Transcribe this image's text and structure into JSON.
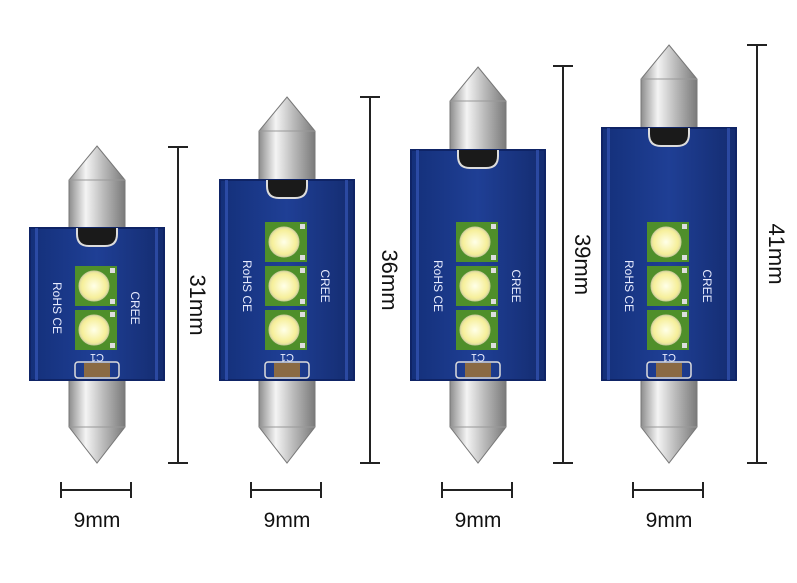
{
  "board_text": {
    "left": "RoHS CE",
    "right": "CREE",
    "component": "C1"
  },
  "colors": {
    "board": "#1c3a8c",
    "board_edge": "#0f2466",
    "led_pad": "#4f8f2a",
    "led": "#f7f2b0",
    "metal": "#c8c8c8",
    "line": "#222222"
  },
  "bulbs": [
    {
      "length": "31mm",
      "width": "9mm",
      "led_count": 2
    },
    {
      "length": "36mm",
      "width": "9mm",
      "led_count": 3
    },
    {
      "length": "39mm",
      "width": "9mm",
      "led_count": 3
    },
    {
      "length": "41mm",
      "width": "9mm",
      "led_count": 3
    }
  ]
}
